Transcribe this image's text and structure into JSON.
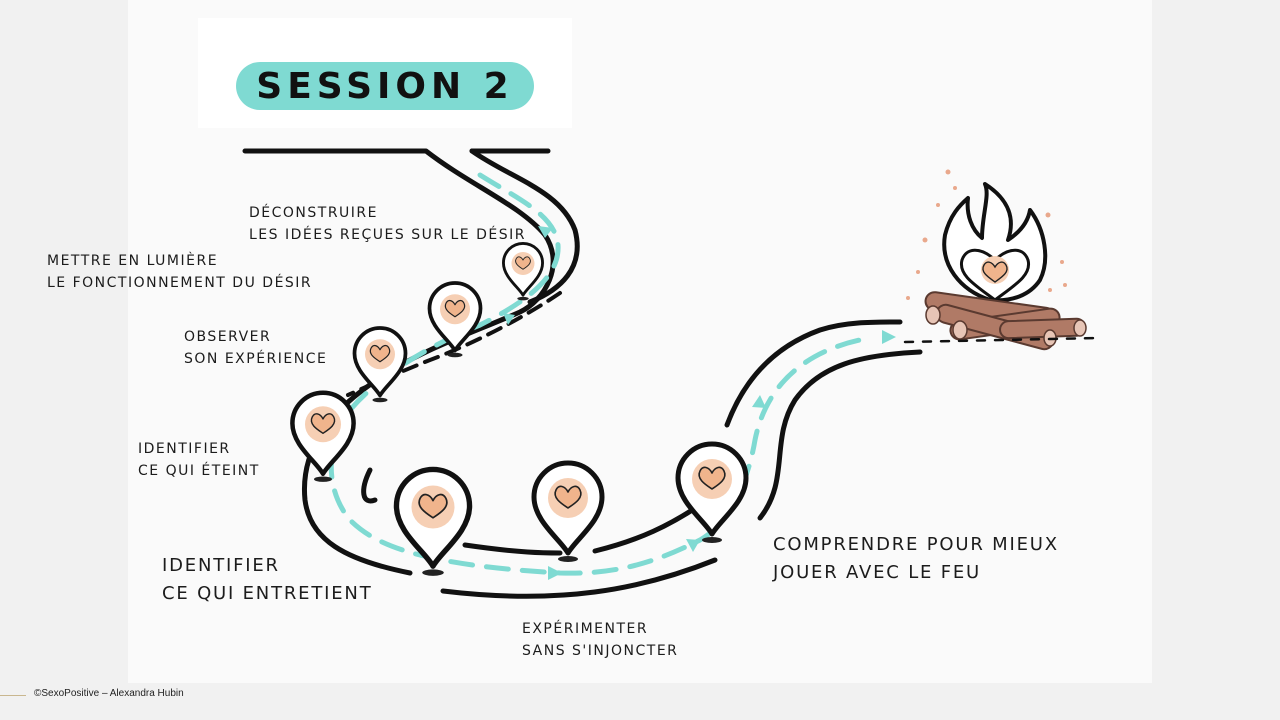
{
  "title": "SESSION 2",
  "labels": {
    "deconstruire": [
      "DÉCONSTRUIRE",
      "LES IDÉES REÇUES SUR LE DÉSIR"
    ],
    "mettre": [
      "METTRE EN LUMIÈRE",
      "LE FONCTIONNEMENT DU DÉSIR"
    ],
    "observer": [
      "OBSERVER",
      "SON EXPÉRIENCE"
    ],
    "eteint": [
      "IDENTIFIER",
      "CE QUI ÉTEINT"
    ],
    "entretient": [
      "IDENTIFIER",
      "CE QUI ENTRETIENT"
    ],
    "experimenter": [
      "EXPÉRIMENTER",
      "SANS S'INJONCTER"
    ],
    "comprendre": [
      "COMPRENDRE POUR MIEUX",
      "JOUER AVEC LE FEU"
    ]
  },
  "icons": {
    "pin": "heart-location-pin-icon",
    "campfire": "campfire-heart-icon"
  },
  "colors": {
    "accent": "#7fdad2",
    "heart": "#f0b48c",
    "ink": "#111111",
    "wood": "#b07a66"
  },
  "credit": "©SexoPositive – Alexandra Hubin"
}
